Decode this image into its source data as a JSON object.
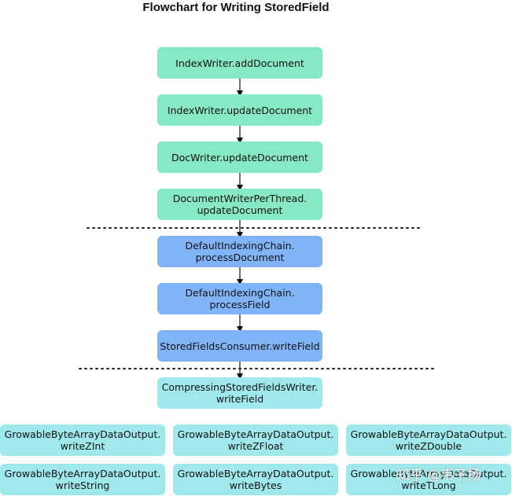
{
  "title": "Flowchart for Writing StoredField",
  "nodes": {
    "n1": "IndexWriter.addDocument",
    "n2": "IndexWriter.updateDocument",
    "n3": "DocWriter.updateDocument",
    "n4": "DocumentWriterPerThread.\nupdateDocument",
    "n5": "DefaultIndexingChain.\nprocessDocument",
    "n6": "DefaultIndexingChain.\nprocessField",
    "n7": "StoredFieldsConsumer.writeField",
    "n8": "CompressingStoredFieldsWriter.\nwriteField",
    "c1": "GrowableByteArrayDataOutput.\nwriteZInt",
    "c2": "GrowableByteArrayDataOutput.\nwriteZFloat",
    "c3": "GrowableByteArrayDataOutput.\nwriteZDouble",
    "c4": "GrowableByteArrayDataOutput.\nwriteString",
    "c5": "GrowableByteArrayDataOutput.\nwriteBytes",
    "c6": "GrowableByteArrayDataOutput.\nwriteTLong"
  },
  "watermark": "知乎 @韦子扬",
  "colors": {
    "green": "#86e8c4",
    "blue": "#80b4f7",
    "cyan": "#9fe9ec"
  }
}
